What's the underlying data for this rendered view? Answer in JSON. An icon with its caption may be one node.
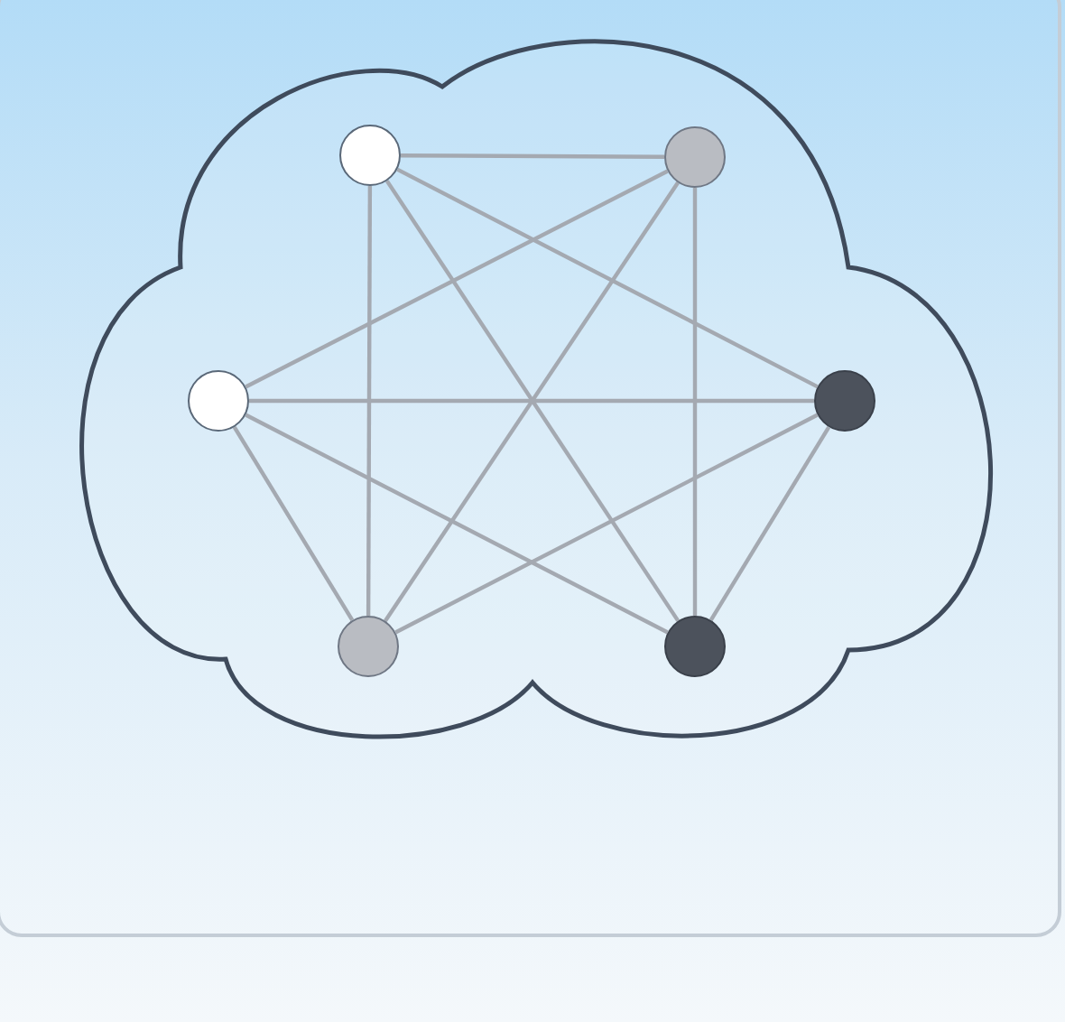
{
  "diagram": {
    "nodes": [
      {
        "text": [],
        "shape": "cloud"
      },
      {
        "text": [],
        "shape": "circle",
        "in": 0
      },
      {
        "text": [],
        "shape": "circle",
        "in": 0
      },
      {
        "text": [],
        "shape": "circle",
        "in": 0
      },
      {
        "text": [],
        "shape": "circle",
        "in": 0
      },
      {
        "text": [],
        "shape": "circle",
        "in": 0
      },
      {
        "text": [],
        "shape": "circle",
        "in": 0
      }
    ],
    "edges": [
      {
        "from": 1,
        "to": 2,
        "arrow": "none"
      },
      {
        "from": 1,
        "to": 5,
        "arrow": "none"
      },
      {
        "from": 1,
        "to": 4,
        "arrow": "none"
      },
      {
        "from": 1,
        "to": 6,
        "arrow": "none"
      },
      {
        "from": 2,
        "to": 3,
        "arrow": "none"
      },
      {
        "from": 2,
        "to": 5,
        "arrow": "none"
      },
      {
        "from": 2,
        "to": 6,
        "arrow": "none"
      },
      {
        "from": 3,
        "to": 4,
        "arrow": "none"
      },
      {
        "from": 3,
        "to": 5,
        "arrow": "none"
      },
      {
        "from": 3,
        "to": 6,
        "arrow": "none"
      },
      {
        "from": 4,
        "to": 5,
        "arrow": "none"
      },
      {
        "from": 4,
        "to": 6,
        "arrow": "none"
      }
    ]
  }
}
